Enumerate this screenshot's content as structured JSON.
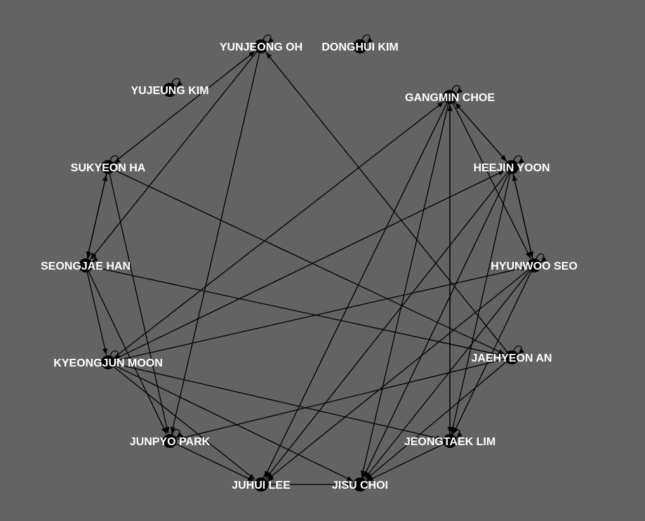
{
  "graph": {
    "nodes": [
      {
        "id": "yunjeong",
        "label": "YUNJEONG OH",
        "self_loop": true
      },
      {
        "id": "donghui",
        "label": "DONGHUI KIM",
        "self_loop": true
      },
      {
        "id": "yujeung",
        "label": "YUJEUNG KIM",
        "self_loop": true
      },
      {
        "id": "gangmin",
        "label": "GANGMIN CHOE",
        "self_loop": true
      },
      {
        "id": "sukyeon",
        "label": "SUKYEON HA",
        "self_loop": true
      },
      {
        "id": "heejin",
        "label": "HEEJIN YOON",
        "self_loop": true
      },
      {
        "id": "seongjae",
        "label": "SEONGJAE HAN",
        "self_loop": true
      },
      {
        "id": "hyunwoo",
        "label": "HYUNWOO SEO",
        "self_loop": true
      },
      {
        "id": "kyeongjun",
        "label": "KYEONGJUN MOON",
        "self_loop": true
      },
      {
        "id": "jaehyeon",
        "label": "JAEHYEON AN",
        "self_loop": true
      },
      {
        "id": "junpyo",
        "label": "JUNPYO PARK",
        "self_loop": true
      },
      {
        "id": "jeongtaek",
        "label": "JEONGTAEK LIM",
        "self_loop": true
      },
      {
        "id": "juhui",
        "label": "JUHUI LEE",
        "self_loop": true
      },
      {
        "id": "jisu",
        "label": "JISU CHOI",
        "self_loop": true
      }
    ],
    "edges": [
      {
        "from": "sukyeon",
        "to": "yunjeong"
      },
      {
        "from": "yunjeong",
        "to": "seongjae"
      },
      {
        "from": "yunjeong",
        "to": "junpyo"
      },
      {
        "from": "jaehyeon",
        "to": "yunjeong"
      },
      {
        "from": "seongjae",
        "to": "sukyeon"
      },
      {
        "from": "sukyeon",
        "to": "seongjae"
      },
      {
        "from": "sukyeon",
        "to": "junpyo"
      },
      {
        "from": "sukyeon",
        "to": "jaehyeon"
      },
      {
        "from": "seongjae",
        "to": "kyeongjun"
      },
      {
        "from": "seongjae",
        "to": "junpyo"
      },
      {
        "from": "seongjae",
        "to": "jaehyeon"
      },
      {
        "from": "kyeongjun",
        "to": "gangmin"
      },
      {
        "from": "kyeongjun",
        "to": "heejin"
      },
      {
        "from": "kyeongjun",
        "to": "hyunwoo"
      },
      {
        "from": "kyeongjun",
        "to": "juhui"
      },
      {
        "from": "kyeongjun",
        "to": "jisu"
      },
      {
        "from": "kyeongjun",
        "to": "jeongtaek"
      },
      {
        "from": "gangmin",
        "to": "heejin"
      },
      {
        "from": "heejin",
        "to": "gangmin"
      },
      {
        "from": "gangmin",
        "to": "hyunwoo"
      },
      {
        "from": "gangmin",
        "to": "jeongtaek"
      },
      {
        "from": "jeongtaek",
        "to": "gangmin"
      },
      {
        "from": "gangmin",
        "to": "juhui"
      },
      {
        "from": "gangmin",
        "to": "jisu"
      },
      {
        "from": "heejin",
        "to": "hyunwoo"
      },
      {
        "from": "hyunwoo",
        "to": "heejin"
      },
      {
        "from": "heejin",
        "to": "juhui"
      },
      {
        "from": "heejin",
        "to": "jisu"
      },
      {
        "from": "heejin",
        "to": "jeongtaek"
      },
      {
        "from": "hyunwoo",
        "to": "juhui"
      },
      {
        "from": "hyunwoo",
        "to": "jisu"
      },
      {
        "from": "hyunwoo",
        "to": "jeongtaek"
      },
      {
        "from": "jaehyeon",
        "to": "junpyo"
      },
      {
        "from": "jaehyeon",
        "to": "jisu"
      },
      {
        "from": "juhui",
        "to": "jisu"
      },
      {
        "from": "jeongtaek",
        "to": "jisu"
      },
      {
        "from": "junpyo",
        "to": "juhui"
      }
    ]
  }
}
